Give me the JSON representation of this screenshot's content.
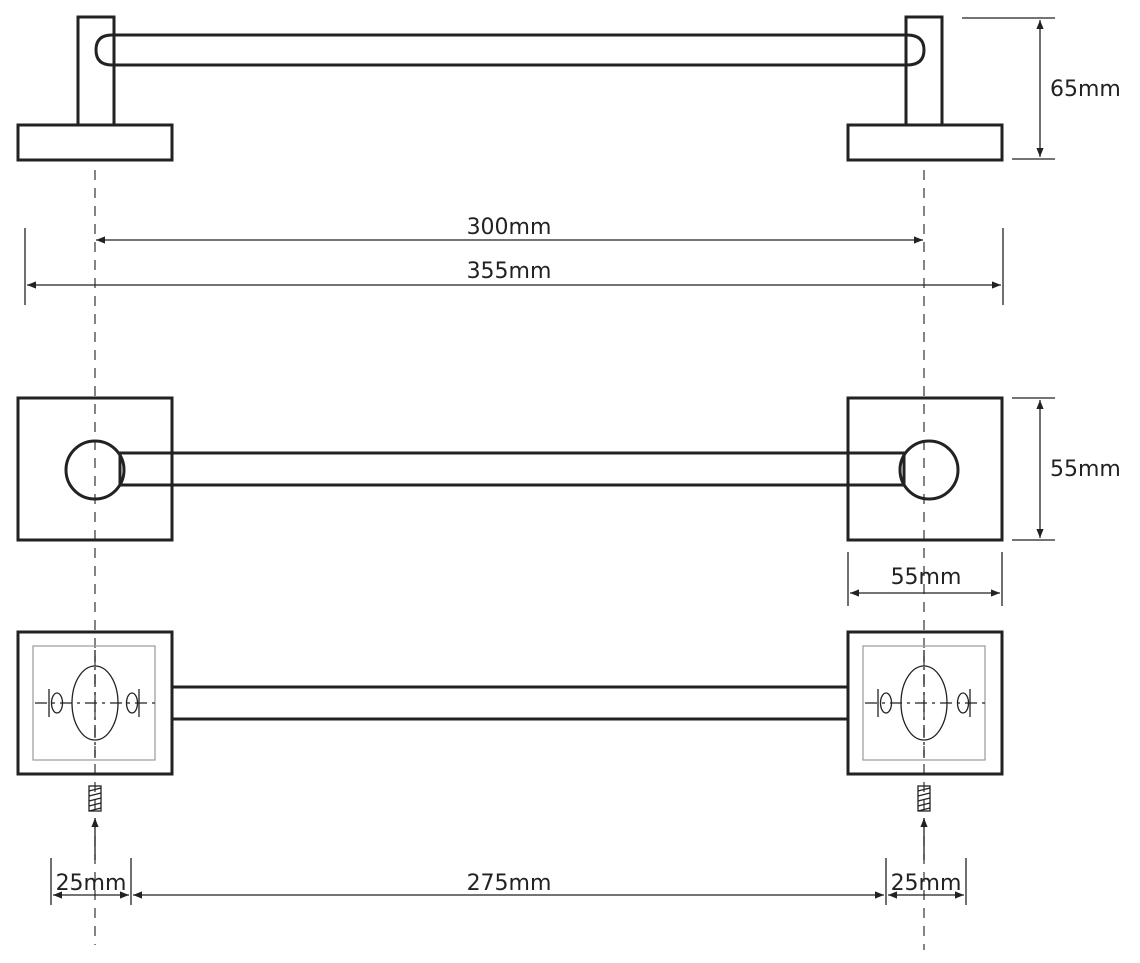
{
  "dimensions": {
    "height_side": "65mm",
    "center_distance": "300mm",
    "overall_length": "355mm",
    "plate_height": "55mm",
    "plate_width": "55mm",
    "screw_offset_left": "25mm",
    "bar_span": "275mm",
    "screw_offset_right": "25mm"
  },
  "colors": {
    "line": "#222222",
    "background": "#ffffff"
  }
}
